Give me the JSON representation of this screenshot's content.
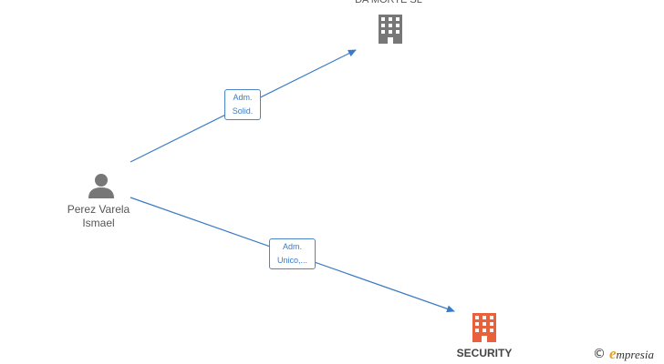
{
  "nodes": {
    "company_top": {
      "label": "DA MORTE  SL",
      "icon": "building-icon",
      "color": "#777777"
    },
    "company_bottom": {
      "label": "SECURITY",
      "icon": "building-icon",
      "color": "#e8603c"
    },
    "person": {
      "label_line1": "Perez Varela",
      "label_line2": "Ismael",
      "icon": "person-icon",
      "color": "#777777"
    }
  },
  "edges": [
    {
      "from": "person",
      "to": "company_top",
      "label_line1": "Adm.",
      "label_line2": "Solid."
    },
    {
      "from": "person",
      "to": "company_bottom",
      "label_line1": "Adm.",
      "label_line2": "Unico,..."
    }
  ],
  "colors": {
    "edge": "#3b7bc4"
  },
  "brand": {
    "copyright": "©",
    "first_letter": "e",
    "rest": "mpresia"
  }
}
